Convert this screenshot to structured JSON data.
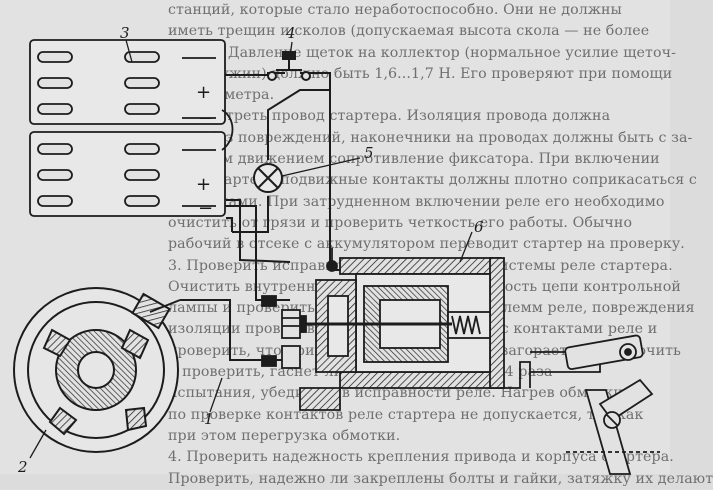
{
  "text_lines": [
    "станций, которые стало неработоспособно. Они не должны",
    "иметь трещин и сколов (допускаемая высота скола — не более",
    "14 мм). Давление щеток на коллектор (нормальное усилие щеточ-",
    "ных пружин) должно быть 1,6...1,7 Н. Его проверяют при помощи",
    "динамометра.",
    "2. Осмотреть провод стартера. Изоляция провода должна",
    "быть без повреждений, наконечники на проводах должны быть с за-",
    "рабочим движением сопротивление фиксатора. При включении",
    "реле стартера подвижные контакты должны плотно соприкасаться с",
    "контактами. При затрудненном включении реле его необходимо",
    "очистить от грязи и проверить четкость его работы. Обычно",
    "рабочий в отсеке с аккумулятором переводит стартер на проверку.",
    "3. Проверить исправность электрической системы реле стартера.",
    "Очистить внутреннюю и наружную поверхность цепи контрольной",
    "лампы и проверить крепление проводов и клемм реле, повреждения",
    "изоляции проводов и т. д. Включить лампу с контактами реле и",
    "проверить, что при включении реле лампа загорается. Выключить",
    "и проверить, гаснет ли лампа. Повторив 3—4 раза",
    "испытания, убедиться в исправности реле. Нагрев обмотки",
    "по проверке контактов реле стартера не допускается, так как",
    "при этом перегрузка обмотки.",
    "4. Проверить надежность крепления привода и корпуса стартера.",
    "Проверить, надежно ли закреплены болты и гайки, затяжку их делают"
  ],
  "callouts": {
    "c1": "1",
    "c2": "2",
    "c3": "3",
    "c4": "4",
    "c5": "5",
    "c6": "6"
  },
  "battery_signs": {
    "plus_top": "+",
    "minus_top": "−",
    "plus_bottom": "+",
    "minus_bottom": "−"
  },
  "colors": {
    "ink": "#1c1c1c",
    "text_gray": "#6f6f6f",
    "paper": "#e2e2e2",
    "hatch": "#2a2a2a"
  }
}
